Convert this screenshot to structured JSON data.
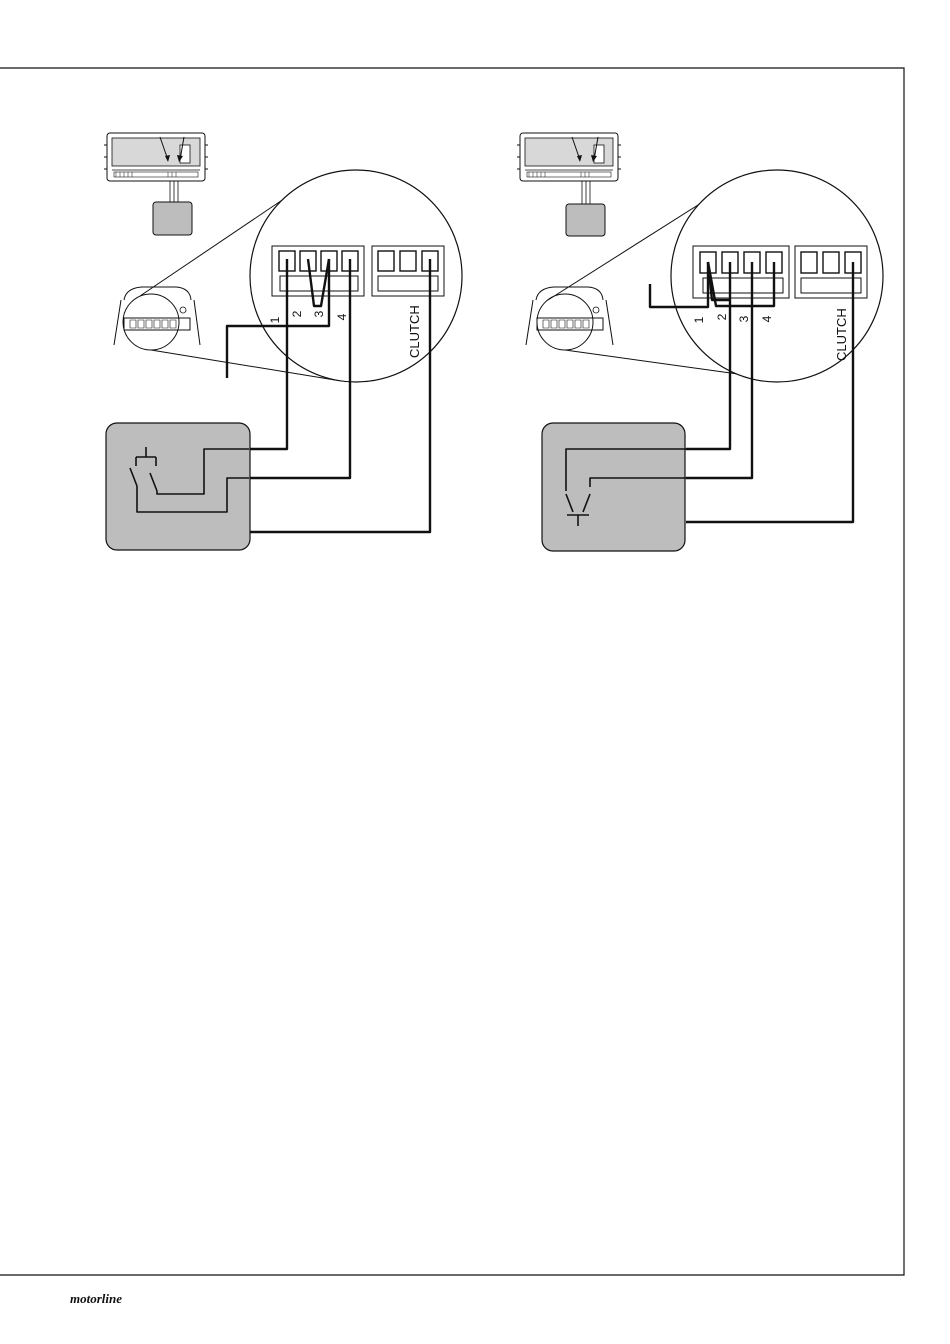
{
  "page": {
    "background": "#ffffff",
    "line_color": "#111111",
    "panel_color": "#bdbdbd"
  },
  "left_diagram": {
    "terminal_labels": [
      "1",
      "2",
      "3",
      "4"
    ],
    "clutch_label": "CLUTCH"
  },
  "right_diagram": {
    "terminal_labels": [
      "1",
      "2",
      "3",
      "4"
    ],
    "clutch_label": "CLUTCH"
  },
  "footer": {
    "logo_text": "motorline"
  }
}
